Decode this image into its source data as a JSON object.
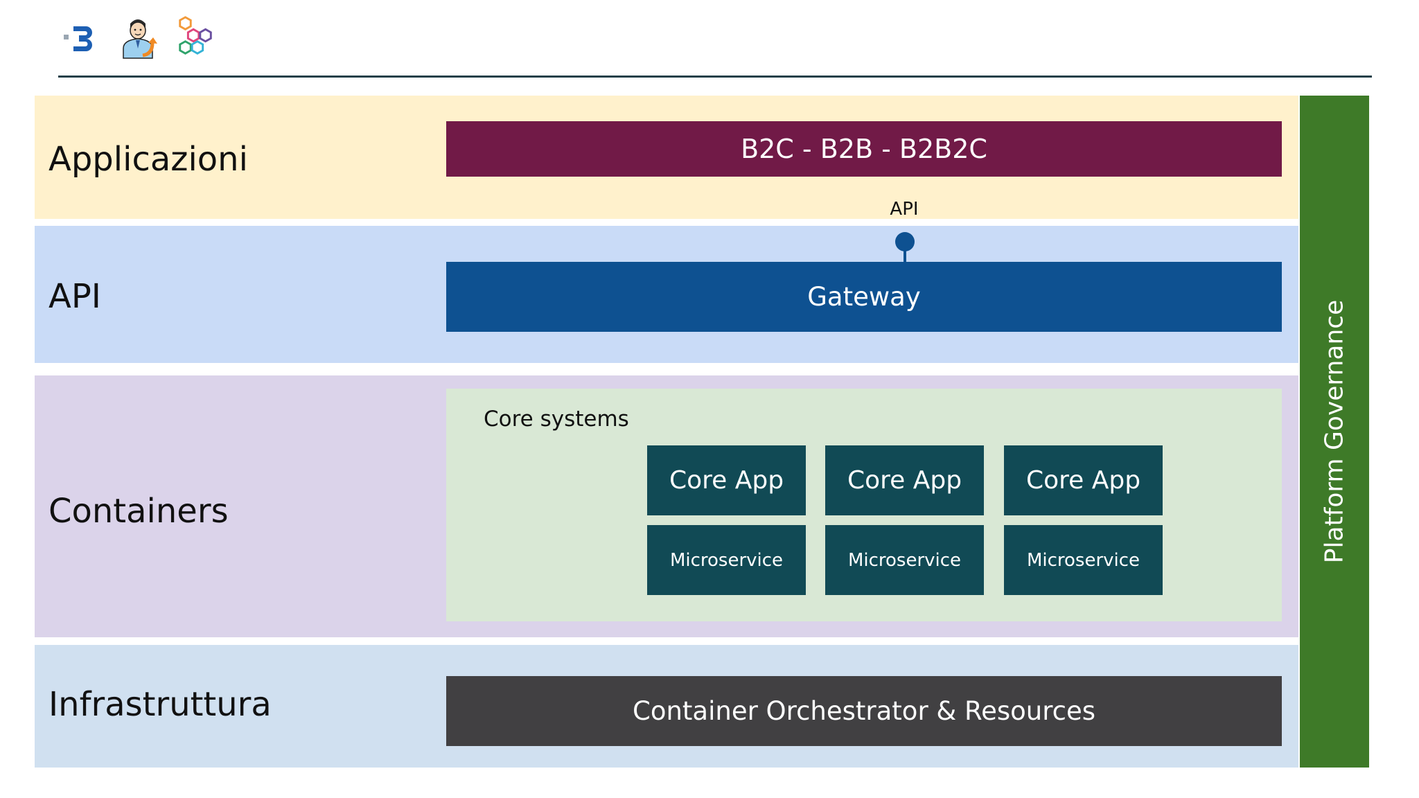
{
  "header": {
    "logos": [
      "b3-logo-icon",
      "person-icon",
      "hexagon-cluster-icon"
    ]
  },
  "layers": {
    "applications": {
      "title": "Applicazioni",
      "box": "B2C - B2B - B2B2C"
    },
    "api": {
      "title": "API",
      "connector_label": "API",
      "box": "Gateway"
    },
    "containers": {
      "title": "Containers",
      "core_systems": {
        "title": "Core systems",
        "units": [
          {
            "app": "Core App",
            "service": "Microservice"
          },
          {
            "app": "Core App",
            "service": "Microservice"
          },
          {
            "app": "Core App",
            "service": "Microservice"
          }
        ]
      }
    },
    "infrastructure": {
      "title": "Infrastruttura",
      "box": "Container Orchestrator & Resources"
    }
  },
  "governance": {
    "label": "Platform Governance"
  },
  "colors": {
    "applications_band": "#fff1cc",
    "api_band": "#c9dbf7",
    "containers_band": "#dbd3ea",
    "infrastructure_band": "#d0e0f0",
    "channels_box": "#711a47",
    "gateway_box": "#0e5191",
    "core_panel": "#d9e8d5",
    "core_unit": "#114a55",
    "orchestrator_box": "#414042",
    "governance_bar": "#3e7a28"
  }
}
